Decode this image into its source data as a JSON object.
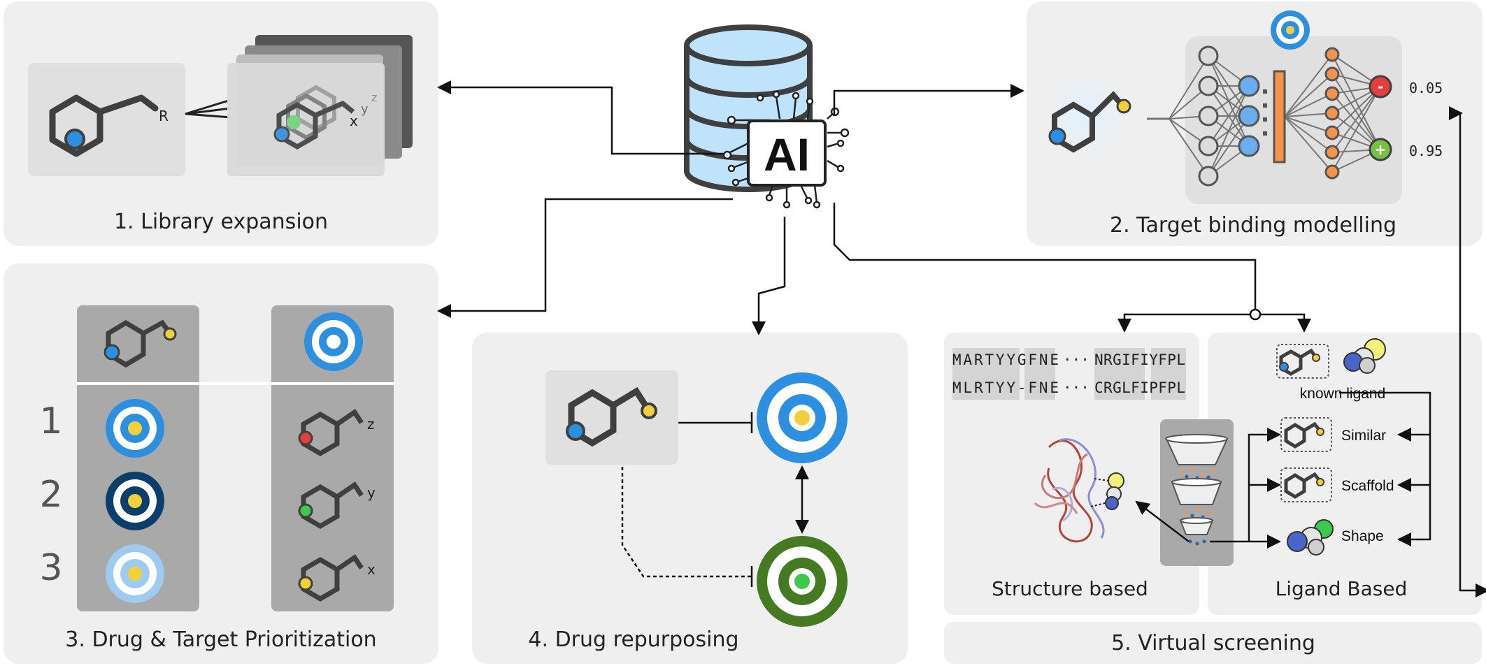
{
  "panels": {
    "library_expansion": {
      "title": "1. Library expansion",
      "r_label": "R",
      "stack_labels": [
        "x",
        "y",
        "z"
      ]
    },
    "target_binding": {
      "title": "2. Target binding modelling",
      "outputs": [
        "0.05",
        "0.95"
      ]
    },
    "prioritization": {
      "title": "3.  Drug & Target Prioritization",
      "ranks": [
        "1",
        "2",
        "3"
      ],
      "substituents": [
        "z",
        "y",
        "x"
      ]
    },
    "repurposing": {
      "title": "4. Drug  repurposing"
    },
    "virtual_screening": {
      "title": "5. Virtual screening",
      "structure_label": "Structure based",
      "ligand_label": "Ligand Based",
      "sequences": [
        [
          "MARTYYGFNE",
          "···",
          "NRGIFIYFPL"
        ],
        [
          "MLRTYY-FNE",
          "···",
          "CRGLFIPFPL"
        ]
      ],
      "known_ligand": "known ligand",
      "methods": [
        "Similar",
        "Scaffold",
        "Shape"
      ]
    }
  },
  "center": {
    "chip_label": "AI"
  },
  "colors": {
    "panel": "#efefef",
    "panel_dark": "#a9a9a9",
    "molecule": "#3f3f3f",
    "blue": "#2d8fe0",
    "yellow": "#f3d03a",
    "red": "#e53e3e",
    "green": "#3dc94a",
    "dark_green": "#467a22",
    "navy": "#0b3f6b",
    "light_blue": "#9ecbef",
    "orange": "#f5934a",
    "db": "#bfe3fb"
  }
}
